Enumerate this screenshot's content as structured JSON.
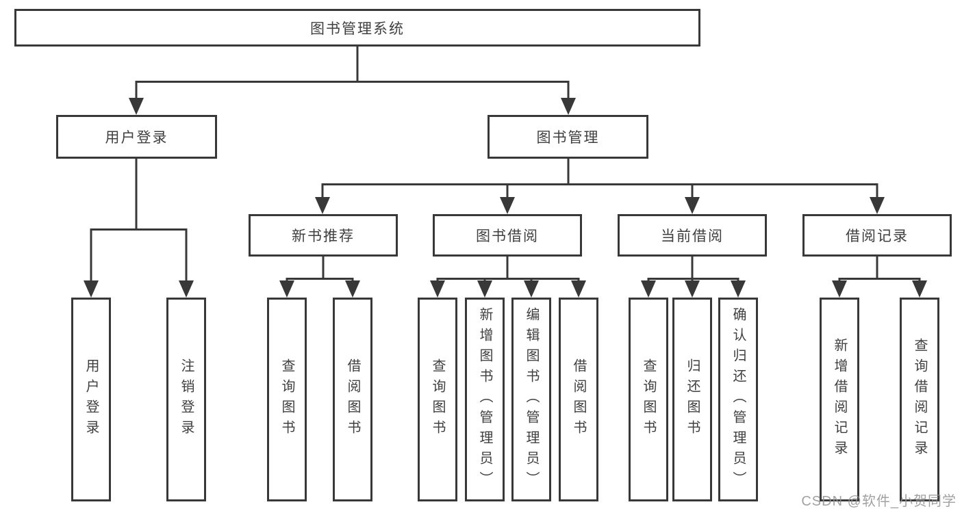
{
  "diagram": {
    "title": "图书管理系统",
    "watermark": "CSDN @软件_小贺同学"
  },
  "colors": {
    "line": "#383838",
    "text": "#3f3f3f",
    "watermark": "#919191",
    "background": "#ffffff"
  },
  "nodes": {
    "root": {
      "label": "图书管理系统"
    },
    "user_login": {
      "label": "用户登录"
    },
    "book_mgmt": {
      "label": "图书管理"
    },
    "login": {
      "label": "用户登录"
    },
    "logout": {
      "label": "注销登录"
    },
    "new_books": {
      "label": "新书推荐"
    },
    "borrowing": {
      "label": "图书借阅"
    },
    "current": {
      "label": "当前借阅"
    },
    "records": {
      "label": "借阅记录"
    },
    "nb_query": {
      "label": "查询图书"
    },
    "nb_borrow": {
      "label": "借阅图书"
    },
    "bw_query": {
      "label": "查询图书"
    },
    "bw_add": {
      "label": "新增图书（管理员）"
    },
    "bw_edit": {
      "label": "编辑图书（管理员）"
    },
    "bw_borrow": {
      "label": "借阅图书"
    },
    "cu_query": {
      "label": "查询图书"
    },
    "cu_return": {
      "label": "归还图书"
    },
    "cu_confirm": {
      "label": "确认归还（管理员）"
    },
    "re_add": {
      "label": "新增借阅记录"
    },
    "re_query": {
      "label": "查询借阅记录"
    }
  },
  "hierarchy": {
    "root": [
      "user_login",
      "book_mgmt"
    ],
    "user_login": [
      "login",
      "logout"
    ],
    "book_mgmt": [
      "new_books",
      "borrowing",
      "current",
      "records"
    ],
    "new_books": [
      "nb_query",
      "nb_borrow"
    ],
    "borrowing": [
      "bw_query",
      "bw_add",
      "bw_edit",
      "bw_borrow"
    ],
    "current": [
      "cu_query",
      "cu_return",
      "cu_confirm"
    ],
    "records": [
      "re_add",
      "re_query"
    ]
  }
}
